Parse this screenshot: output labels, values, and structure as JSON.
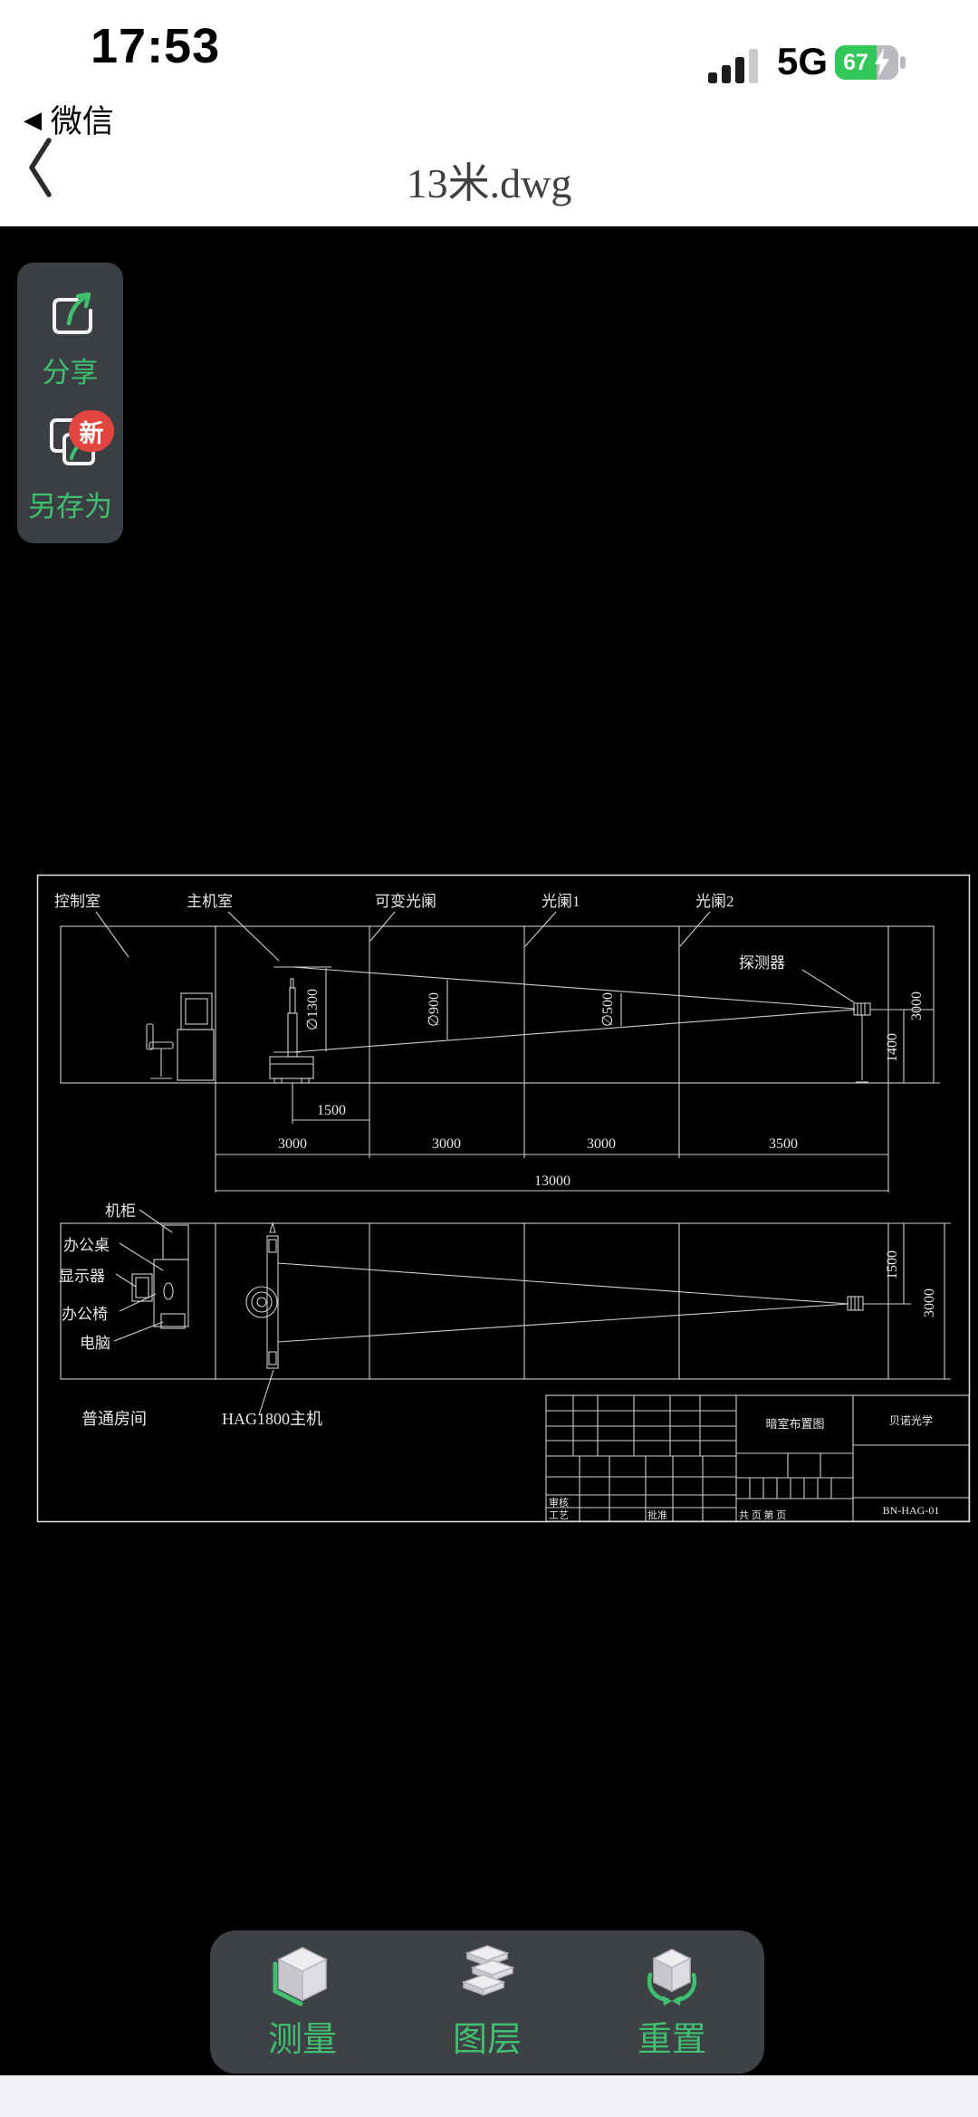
{
  "status_bar": {
    "time": "17:53",
    "back_app": "微信",
    "network": "5G",
    "battery_percent": "67"
  },
  "nav": {
    "title": "13米.dwg"
  },
  "share_panel": {
    "share": "分享",
    "save_as": "另存为",
    "new_badge": "新"
  },
  "toolbar": {
    "measure": "测量",
    "layers": "图层",
    "reset": "重置"
  },
  "drawing": {
    "labels": {
      "control_room": "控制室",
      "host_room": "主机室",
      "variable_aperture": "可变光阑",
      "aperture1": "光阑1",
      "aperture2": "光阑2",
      "detector": "探测器",
      "cabinet": "机柜",
      "desk": "办公桌",
      "monitor": "显示器",
      "chair": "办公椅",
      "computer": "电脑",
      "ordinary_room": "普通房间",
      "host": "HAG1800主机"
    },
    "dims": {
      "d1300": "∅1300",
      "d900": "∅900",
      "d500": "∅500",
      "len1500": "1500",
      "seg1": "3000",
      "seg2": "3000",
      "seg3": "3000",
      "seg4": "3500",
      "total": "13000",
      "h1400": "1400",
      "h3000": "3000",
      "plan1500": "1500",
      "plan3000": "3000"
    },
    "title_block": {
      "company": "贝诺光学",
      "drawing_title": "暗室布置图",
      "drawing_no": "BN-HAG-01",
      "review": "审核",
      "process": "工艺",
      "approve": "批准",
      "pages": "共 页 第  页"
    }
  },
  "colors": {
    "accent_green": "#40c06f",
    "battery_green": "#32c759",
    "badge_red": "#e0453e",
    "panel_gray": "#3b3e42",
    "cad_line": "#cfcfcf"
  }
}
